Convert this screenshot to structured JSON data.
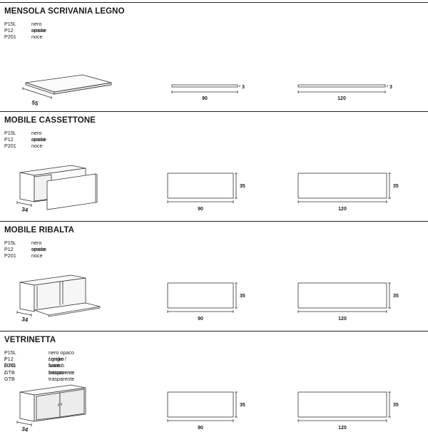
{
  "sections": [
    {
      "title": "MENSOLA SCRIVANIA LEGNO",
      "finishes": [
        {
          "code": "P15L",
          "name": "nero opaco"
        },
        {
          "code": "P12",
          "name": "smoke"
        },
        {
          "code": "P201",
          "name": "noce"
        }
      ],
      "depth_label": "55",
      "drawing1": {
        "width": "90",
        "height": "3"
      },
      "drawing2": {
        "width": "120",
        "height": "3"
      }
    },
    {
      "title": "MOBILE CASSETTONE",
      "finishes": [
        {
          "code": "P15L",
          "name": "nero opaco"
        },
        {
          "code": "P12",
          "name": "smoke"
        },
        {
          "code": "P201",
          "name": "noce"
        }
      ],
      "depth_label": "34",
      "drawing1": {
        "width": "90",
        "height": "35"
      },
      "drawing2": {
        "width": "120",
        "height": "35"
      }
    },
    {
      "title": "MOBILE RIBALTA",
      "finishes": [
        {
          "code": "P15L",
          "name": "nero opaco"
        },
        {
          "code": "P12",
          "name": "smoke"
        },
        {
          "code": "P201",
          "name": "noce"
        }
      ],
      "depth_label": "34",
      "drawing1": {
        "width": "90",
        "height": "35"
      },
      "drawing2": {
        "width": "120",
        "height": "35"
      }
    },
    {
      "title": "VETRINETTA",
      "finishes": [
        {
          "code": "P15L / GTG",
          "name": "nero opaco / grigio fumè trasparente"
        },
        {
          "code": "P12 / GTB",
          "name": "smoke / bronzo trasparente"
        },
        {
          "code": "P201 / GTB",
          "name": "noce / bronzo trasparente"
        }
      ],
      "depth_label": "34",
      "drawing1": {
        "width": "90",
        "height": "35"
      },
      "drawing2": {
        "width": "120",
        "height": "35"
      }
    }
  ]
}
